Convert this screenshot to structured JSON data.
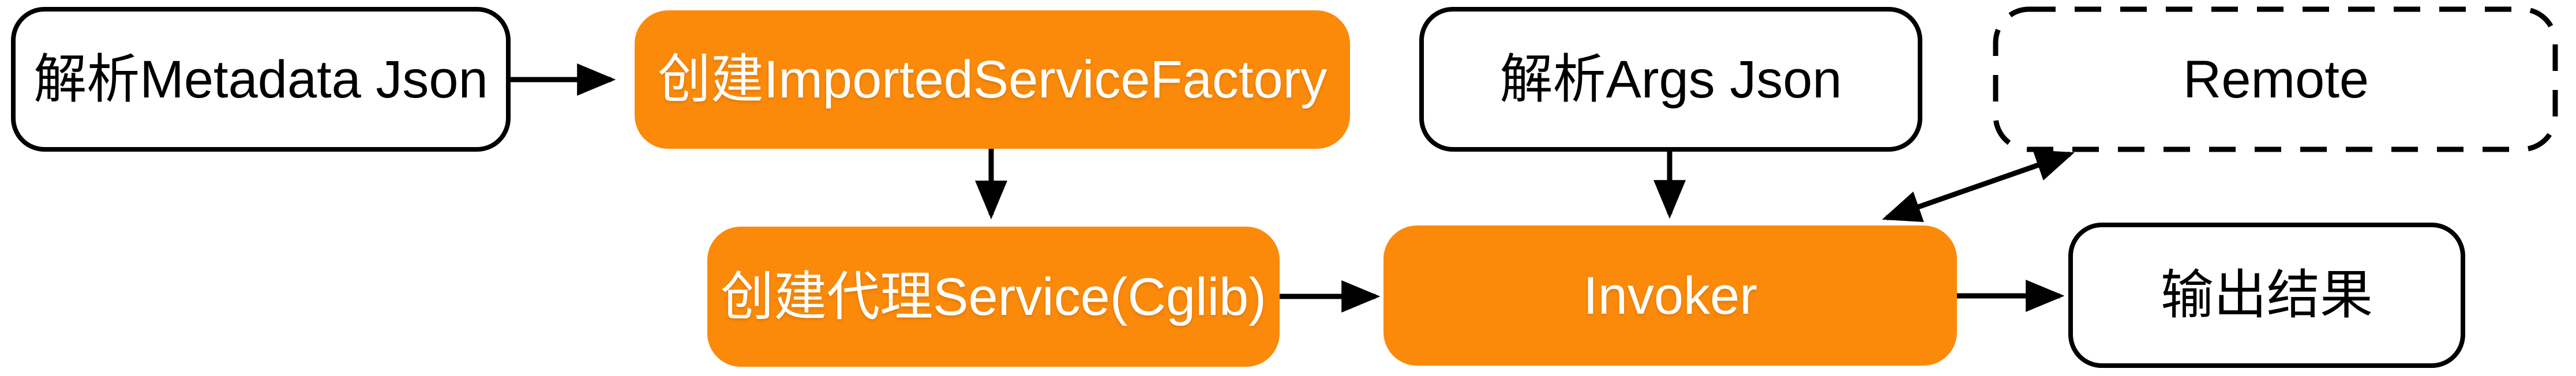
{
  "diagram": {
    "type": "flowchart",
    "nodes": [
      {
        "id": "parse-metadata-json",
        "label": "解析Metadata Json",
        "style": "outlined"
      },
      {
        "id": "create-imported-service-factory",
        "label": "创建ImportedServiceFactory",
        "style": "filled"
      },
      {
        "id": "parse-args-json",
        "label": "解析Args Json",
        "style": "outlined"
      },
      {
        "id": "remote",
        "label": "Remote",
        "style": "dashed"
      },
      {
        "id": "create-proxy-service-cglib",
        "label": "创建代理Service(Cglib)",
        "style": "filled"
      },
      {
        "id": "invoker",
        "label": "Invoker",
        "style": "filled"
      },
      {
        "id": "output-result",
        "label": "输出结果",
        "style": "outlined"
      }
    ],
    "edges": [
      {
        "from": "parse-metadata-json",
        "to": "create-imported-service-factory",
        "direction": "one-way"
      },
      {
        "from": "create-imported-service-factory",
        "to": "create-proxy-service-cglib",
        "direction": "one-way"
      },
      {
        "from": "parse-args-json",
        "to": "invoker",
        "direction": "one-way"
      },
      {
        "from": "create-proxy-service-cglib",
        "to": "invoker",
        "direction": "one-way"
      },
      {
        "from": "invoker",
        "to": "remote",
        "direction": "two-way"
      },
      {
        "from": "invoker",
        "to": "output-result",
        "direction": "one-way"
      }
    ],
    "colors": {
      "node_fill_accent": "#FB8A0B",
      "node_fill_plain": "#FFFFFF",
      "stroke": "#000000",
      "text_on_accent": "#FFFFFF",
      "text_on_plain": "#000000"
    }
  }
}
